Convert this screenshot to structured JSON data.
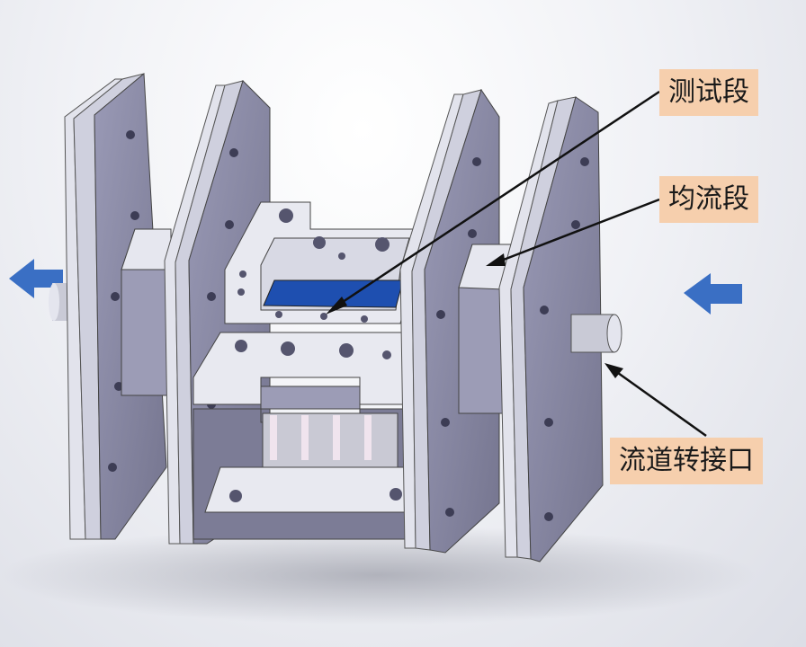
{
  "labels": {
    "test_section": "测试段",
    "flow_equalizing_section": "均流段",
    "channel_adapter": "流道转接口"
  },
  "colors": {
    "label_bg": "#f6cfad",
    "arrow": "#3a6fc4",
    "plate_face": "#8a8aa6",
    "plate_edge": "#dcdde8",
    "channel": "#1e4fb0"
  }
}
